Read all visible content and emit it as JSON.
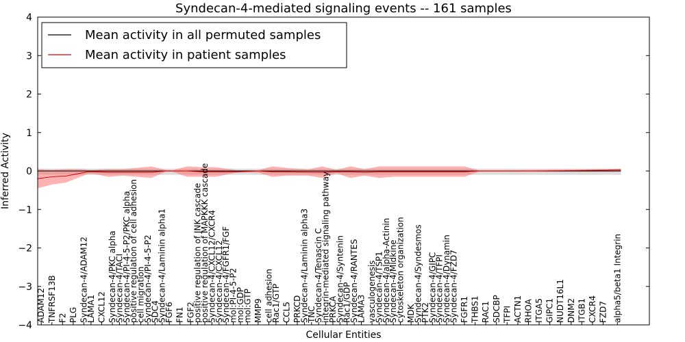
{
  "chart_data": {
    "type": "line",
    "title": "Syndecan-4-mediated signaling events -- 161 samples",
    "xlabel": "Cellular Entities",
    "ylabel": "Inferred Activity",
    "ylim": [
      -4,
      4
    ],
    "yticks": [
      4,
      3,
      2,
      1,
      0,
      -1,
      -2,
      -3,
      -4
    ],
    "yticklabels": [
      "4",
      "3",
      "2",
      "1",
      "0",
      "−1",
      "−2",
      "−3",
      "−4"
    ],
    "grid": false,
    "legend_position": "top-left",
    "x_range": [
      0,
      86
    ],
    "categories": [
      "ADAM12",
      "TNFRSF13B",
      "F2",
      "PLG",
      "Syndecan-4/ADAM12",
      "LAMA1",
      "CXCL12",
      "Syndecan-4/PKC alpha",
      "Syndecan-4/TACI",
      "Syndecan-4/PI-4-5-P2/PKC alpha",
      "positive regulation of cell adhesion",
      "cell migration",
      "Syndecan-4/PI-4-5-P2",
      "SDC4",
      "Syndecan-4/Laminin alpha1",
      "FGF6",
      "FN1",
      "FGF2",
      "positive regulation of JNK cascade",
      "positive regulation of MAPKKK cascade",
      "Syndecan-4/CXCL12/CXCR4",
      "Syndecan-4/CXCL12",
      "Syndecan-4/FGFR1/FGF",
      "mol:PI-4-5-P2",
      "mol:GDP",
      "mol:GTP",
      "MMP9",
      "cell adhesion",
      "Rac1/GTP",
      "CCL5",
      "PRKCD",
      "Syndecan-4/Laminin alpha3",
      "TNC",
      "Syndecan-4/Tenascin C",
      "integrin-mediated signaling pathway",
      "PRKCA",
      "Syndecan-4/Syntenin",
      "Rac1/GDP",
      "Syndecan-4/RANTES",
      "LAMA3",
      "vasculogenesis",
      "Syndecan-4/TSP1",
      "Syndecan-4/alpha-Actinin",
      "Syndecan-4/Midkine",
      "cytoskeleton organization",
      "MDK",
      "Syndecan-4/Syndesmos",
      "PTK2",
      "Syndecan-4/GIPC",
      "Syndecan-4/TFPI",
      "Syndecan-4/Dynamin",
      "Syndecan-4/FZD7",
      "FGFR1",
      "THBS1",
      "RAC1",
      "SDCBP",
      "TFPI",
      "ACTN1",
      "RHOA",
      "ITGA5",
      "GIPC1",
      "NUDT16L1",
      "DNM2",
      "ITGB1",
      "CXCR4",
      "FZD7",
      "alpha5/beta1 Integrin"
    ],
    "category_x": [
      0.5,
      2,
      3.5,
      5,
      6.5,
      7.5,
      9,
      10.5,
      11.5,
      12.5,
      13.5,
      14.5,
      15.5,
      16.5,
      17.5,
      18.5,
      20,
      21.5,
      22.5,
      23.5,
      24.5,
      25.5,
      26.5,
      27.5,
      28.5,
      29.5,
      31,
      32.5,
      33.5,
      35,
      36.5,
      37.5,
      38.5,
      39.5,
      40.5,
      41.5,
      42.5,
      43.5,
      44.5,
      45.5,
      47,
      48,
      49,
      50,
      51,
      52.5,
      53.5,
      54.5,
      55.5,
      56.5,
      57.5,
      58.5,
      60,
      61.5,
      63,
      64.5,
      66,
      67.5,
      69,
      70.5,
      72,
      73.5,
      75,
      76.5,
      78,
      79.5,
      81.5
    ],
    "series": [
      {
        "name": "Mean activity in all permuted samples",
        "color": "#000000",
        "band_color": "#bbbbbb",
        "x": [
          0,
          3,
          5,
          7,
          9,
          11,
          13,
          15,
          17,
          20,
          23,
          26,
          29,
          32,
          35,
          38,
          41,
          44,
          47,
          50,
          53,
          56,
          59,
          62,
          65,
          68,
          71,
          74,
          77,
          80,
          82
        ],
        "y": [
          0,
          0,
          0,
          0,
          0,
          0,
          0,
          0,
          0,
          0,
          0,
          0,
          0,
          0,
          0,
          0,
          0,
          0,
          0,
          0,
          0,
          0,
          0,
          0,
          0,
          0,
          0,
          0,
          0,
          0,
          0
        ],
        "band_upper": [
          0.06,
          0.06,
          0.06,
          0.06,
          0.06,
          0.06,
          0.06,
          0.06,
          0.06,
          0.06,
          0.06,
          0.06,
          0.06,
          0.06,
          0.06,
          0.06,
          0.06,
          0.06,
          0.06,
          0.06,
          0.06,
          0.06,
          0.06,
          0.06,
          0.06,
          0.06,
          0.06,
          0.06,
          0.06,
          0.06,
          0.06
        ],
        "band_lower": [
          -0.1,
          -0.1,
          -0.1,
          -0.1,
          -0.1,
          -0.1,
          -0.1,
          -0.1,
          -0.1,
          -0.1,
          -0.1,
          -0.1,
          -0.1,
          -0.1,
          -0.1,
          -0.1,
          -0.1,
          -0.1,
          -0.1,
          -0.1,
          -0.1,
          -0.1,
          -0.1,
          -0.1,
          -0.1,
          -0.1,
          -0.1,
          -0.1,
          -0.1,
          -0.1,
          -0.1
        ]
      },
      {
        "name": "Mean activity in patient samples",
        "color": "#cc0000",
        "band_color": "#ff6666",
        "x": [
          0,
          2,
          4,
          6,
          7,
          8,
          10,
          12,
          14,
          16,
          18,
          19,
          21,
          23,
          25,
          28,
          31,
          33,
          35,
          38,
          40,
          42,
          44,
          46,
          48,
          50,
          52,
          54,
          56,
          58,
          60,
          62,
          64,
          66,
          70,
          75,
          80,
          82
        ],
        "y": [
          -0.2,
          -0.15,
          -0.13,
          -0.06,
          -0.02,
          -0.02,
          -0.03,
          -0.03,
          -0.03,
          -0.03,
          0,
          0,
          0,
          -0.02,
          -0.02,
          -0.02,
          0,
          -0.02,
          -0.02,
          -0.03,
          -0.03,
          -0.02,
          -0.02,
          -0.03,
          -0.02,
          -0.02,
          -0.02,
          -0.02,
          -0.02,
          -0.02,
          -0.02,
          0,
          0,
          0,
          0,
          0.01,
          0.02,
          0.03
        ],
        "band_upper": [
          0.05,
          0.03,
          0.05,
          0.05,
          0.03,
          0.03,
          0.05,
          0.05,
          0.08,
          0.12,
          0.03,
          0.02,
          0.12,
          0.1,
          0.1,
          0.02,
          0.02,
          0.12,
          0.08,
          0.04,
          0.12,
          0.03,
          0.12,
          0.05,
          0.12,
          0.12,
          0.12,
          0.12,
          0.12,
          0.12,
          0.12,
          0.02,
          0.02,
          0.02,
          0.03,
          0.04,
          0.05,
          0.06
        ],
        "band_lower": [
          -0.45,
          -0.35,
          -0.3,
          -0.15,
          -0.08,
          -0.08,
          -0.15,
          -0.12,
          -0.15,
          -0.18,
          -0.02,
          -0.02,
          -0.15,
          -0.15,
          -0.15,
          -0.04,
          -0.04,
          -0.15,
          -0.12,
          -0.12,
          -0.18,
          -0.06,
          -0.18,
          -0.12,
          -0.18,
          -0.15,
          -0.15,
          -0.15,
          -0.15,
          -0.15,
          -0.15,
          -0.02,
          -0.02,
          -0.02,
          -0.02,
          -0.02,
          -0.02,
          -0.02
        ]
      }
    ]
  }
}
